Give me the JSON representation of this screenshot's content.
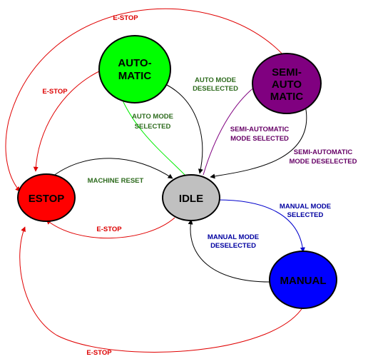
{
  "colors": {
    "automatic": "#00ff00",
    "semi_automatic": "#800080",
    "idle": "#c0c0c0",
    "estop": "#ff0000",
    "manual": "#0000ff",
    "estop_edge": "#e00000",
    "auto_selected_edge": "#00ee00",
    "semi_selected_edge": "#800080",
    "manual_selected_edge": "#0000cc",
    "deselected_edge": "#000000",
    "auto_label": "#2e6b1e",
    "semi_label": "#660066",
    "manual_label": "#0000a0",
    "estop_label": "#dd0000",
    "neutral_label": "#2e6b1e"
  },
  "states": {
    "automatic": [
      "AUTO-",
      "MATIC"
    ],
    "semi_automatic": [
      "SEMI-",
      "AUTO",
      "MATIC"
    ],
    "idle": [
      "IDLE"
    ],
    "estop": [
      "ESTOP"
    ],
    "manual": [
      "MANUAL"
    ]
  },
  "transitions": {
    "estop_top": "E-STOP",
    "estop_auto": "E-STOP",
    "estop_idle": "E-STOP",
    "estop_bottom": "E-STOP",
    "auto_deselected": [
      "AUTO MODE",
      "DESELECTED"
    ],
    "auto_selected": [
      "AUTO MODE",
      "SELECTED"
    ],
    "semi_selected": [
      "SEMI-AUTOMATIC",
      "MODE SELECTED"
    ],
    "semi_deselected": [
      "SEMI-AUTOMATIC",
      "MODE DESELECTED"
    ],
    "machine_reset": "MACHINE RESET",
    "manual_selected": [
      "MANUAL MODE",
      "SELECTED"
    ],
    "manual_deselected": [
      "MANUAL MODE",
      "DESELECTED"
    ]
  }
}
